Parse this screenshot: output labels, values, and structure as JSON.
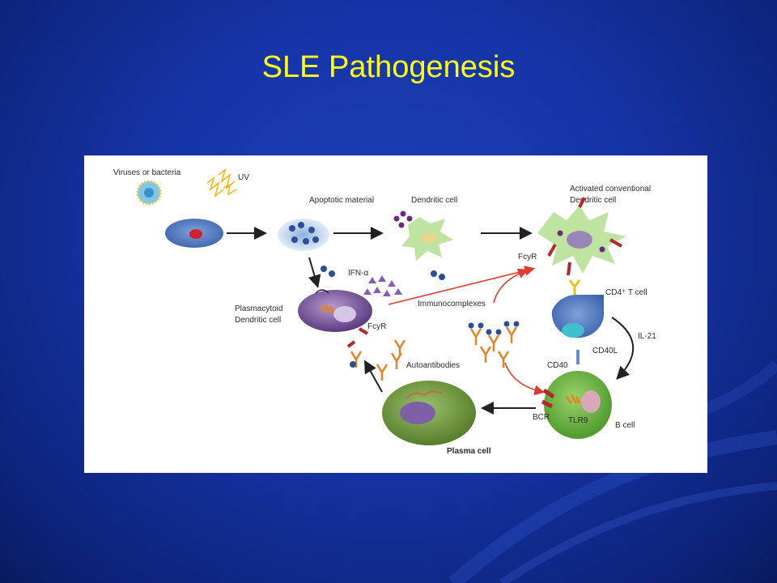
{
  "slide": {
    "title": "SLE Pathogenesis"
  },
  "diagram": {
    "labels": {
      "viruses": "Viruses or bacteria",
      "uv": "UV",
      "apoptotic": "Apoptotic material",
      "dendritic": "Dendritic cell",
      "activated_line1": "Activated conventional",
      "activated_line2": "Dendritic cell",
      "fcyr_top": "FcyR",
      "ifn": "IFN-α",
      "plasmacytoid_line1": "Plasmacytoid",
      "plasmacytoid_line2": "Dendritic cell",
      "fcyr_left": "FcyR",
      "immunocomplexes": "Immunocomplexes",
      "cd4": "CD4⁺ T cell",
      "il21": "IL-21",
      "cd40l": "CD40L",
      "cd40": "CD40",
      "autoantibodies": "Autoantibodies",
      "bcr": "BCR",
      "tlr9": "TLR9",
      "bcell": "B cell",
      "plasma": "Plasma cell"
    }
  }
}
